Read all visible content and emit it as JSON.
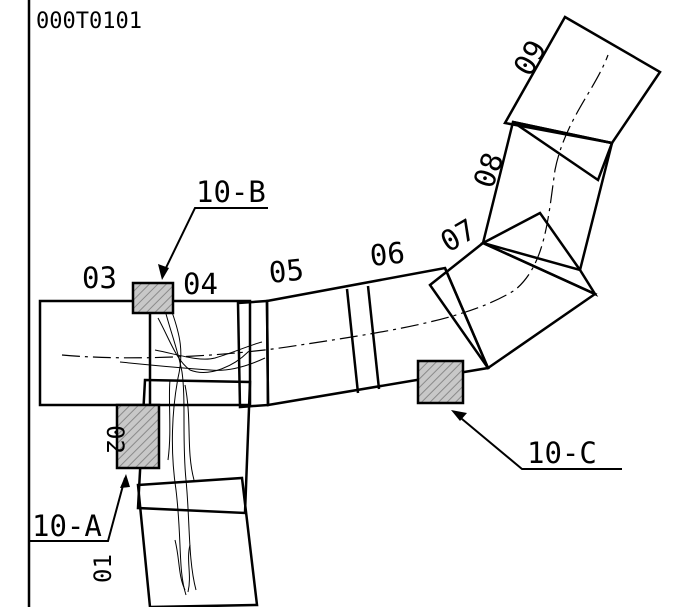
{
  "drawing": {
    "id": "000T0101",
    "segments": [
      "01",
      "02",
      "03",
      "04",
      "05",
      "06",
      "07",
      "08",
      "09"
    ],
    "callouts": [
      "10-A",
      "10-B",
      "10-C"
    ]
  }
}
